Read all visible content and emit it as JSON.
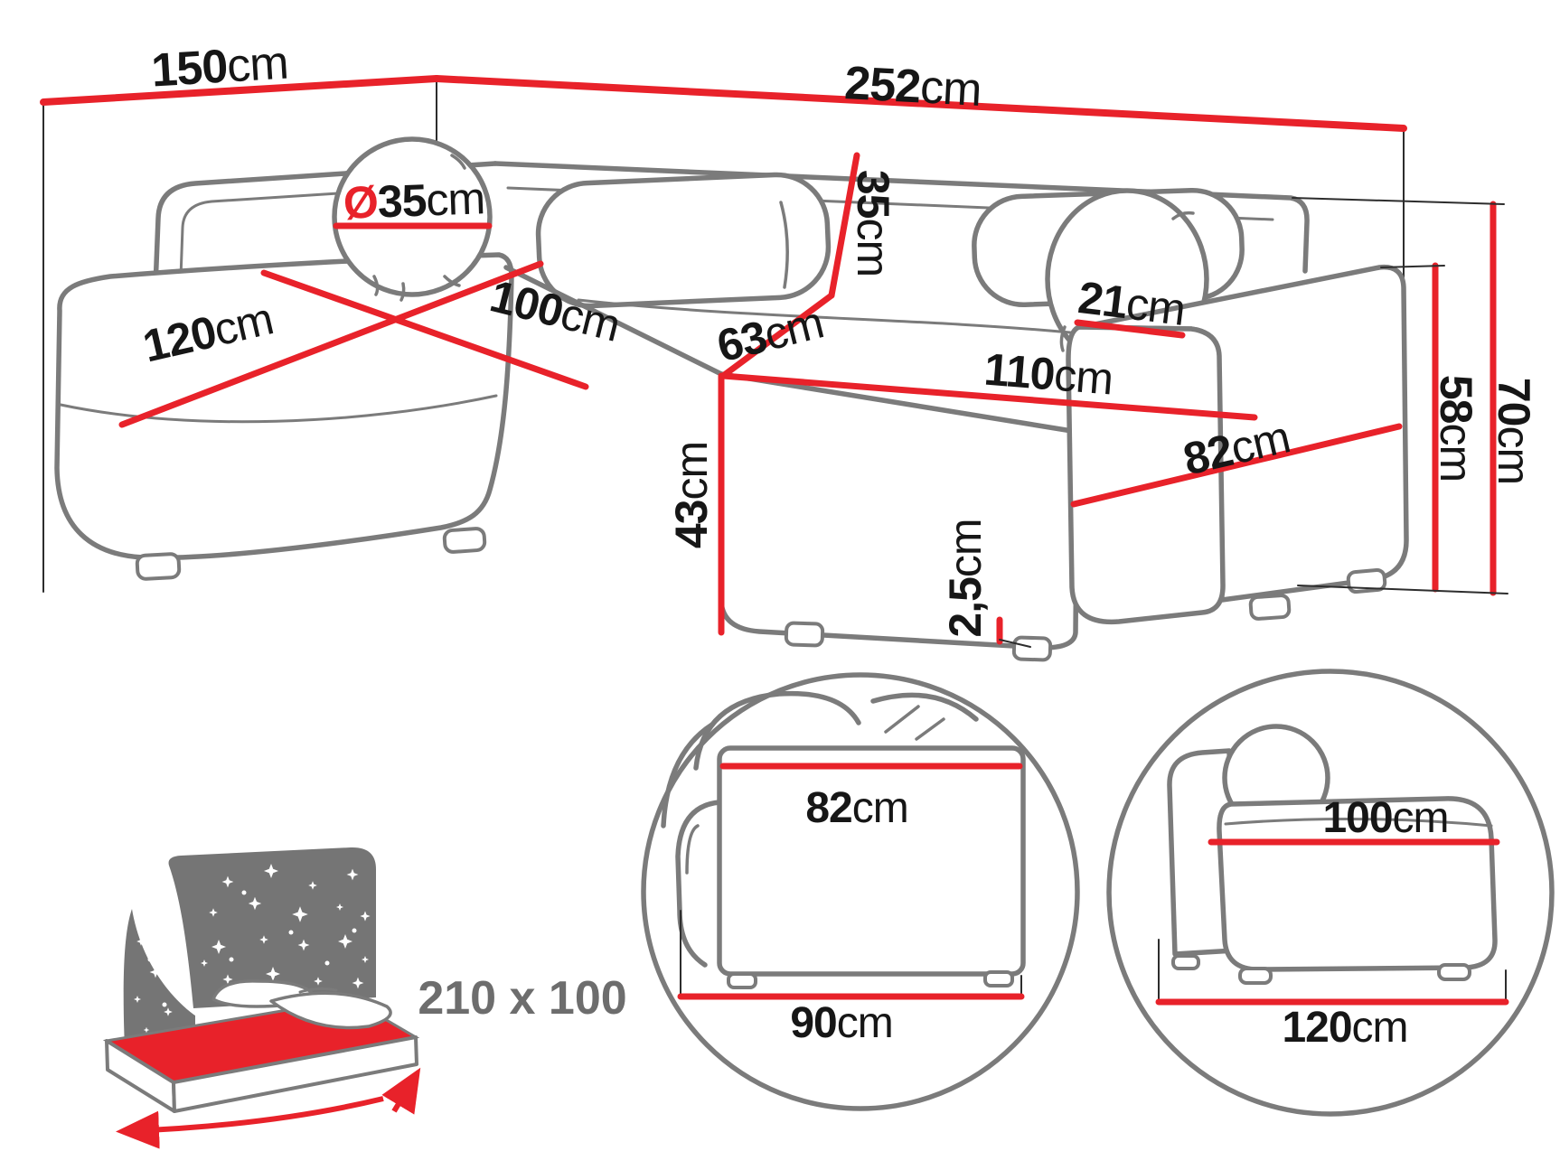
{
  "diagram_title": "corner-sofa-dimension-diagram",
  "colors": {
    "dimension_red": "#e8222a",
    "outline_gray": "#7b7b7b",
    "text_black": "#161616",
    "icon_gray": "#757575",
    "sleeping_label_gray": "#6d6d6d"
  },
  "dims": {
    "d150": {
      "value": "150",
      "unit": "cm"
    },
    "d252": {
      "value": "252",
      "unit": "cm"
    },
    "d35p": {
      "prefix": "Ø",
      "value": "35",
      "unit": "cm"
    },
    "d35b": {
      "value": "35",
      "unit": "cm"
    },
    "d120": {
      "value": "120",
      "unit": "cm"
    },
    "d100": {
      "value": "100",
      "unit": "cm"
    },
    "d63": {
      "value": "63",
      "unit": "cm"
    },
    "d21": {
      "value": "21",
      "unit": "cm"
    },
    "d110": {
      "value": "110",
      "unit": "cm"
    },
    "d43": {
      "value": "43",
      "unit": "cm"
    },
    "d82": {
      "value": "82",
      "unit": "cm"
    },
    "d58": {
      "value": "58",
      "unit": "cm"
    },
    "d70": {
      "value": "70",
      "unit": "cm"
    },
    "d25": {
      "value": "2,5",
      "unit": "cm"
    }
  },
  "detail_left": {
    "top": {
      "value": "82",
      "unit": "cm"
    },
    "bottom": {
      "value": "90",
      "unit": "cm"
    }
  },
  "detail_right": {
    "top": {
      "value": "100",
      "unit": "cm"
    },
    "bottom": {
      "value": "120",
      "unit": "cm"
    }
  },
  "sleeping_area": {
    "label": "210 x 100"
  }
}
